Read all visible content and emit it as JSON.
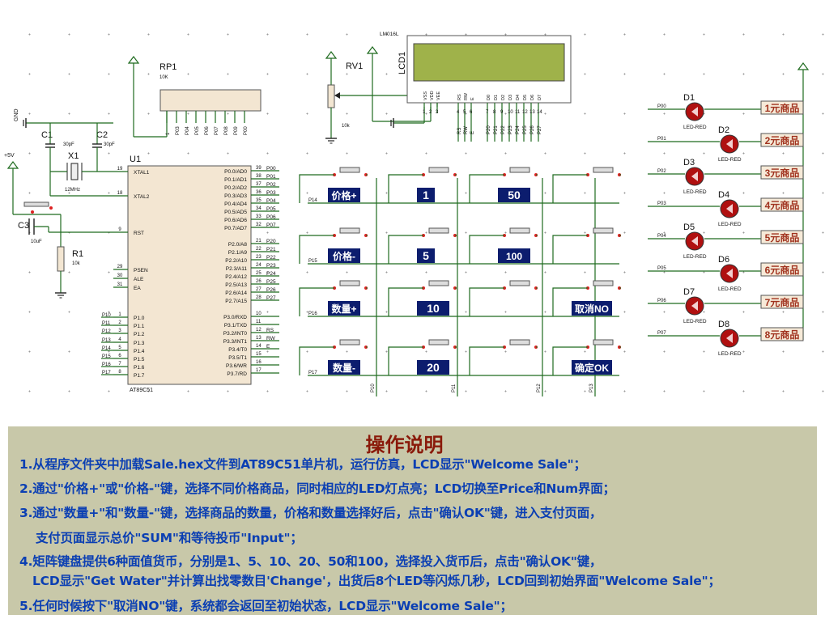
{
  "schematic": {
    "rp1": {
      "ref": "RP1",
      "value": "10K",
      "pins": [
        "1",
        "P03",
        "P04",
        "P05",
        "P06",
        "P07",
        "P08",
        "P09",
        "P00"
      ]
    },
    "u1": {
      "ref": "U1",
      "part": "AT89C51",
      "left_pins": [
        {
          "num": "19",
          "name": "XTAL1"
        },
        {
          "num": "18",
          "name": "XTAL2"
        },
        {
          "num": "9",
          "name": "RST"
        },
        {
          "num": "29",
          "name": "PSEN"
        },
        {
          "num": "30",
          "name": "ALE"
        },
        {
          "num": "31",
          "name": "EA"
        },
        {
          "num": "1",
          "name": "P1.0",
          "net": "P10"
        },
        {
          "num": "2",
          "name": "P1.1",
          "net": "P11"
        },
        {
          "num": "3",
          "name": "P1.2",
          "net": "P12"
        },
        {
          "num": "4",
          "name": "P1.3",
          "net": "P13"
        },
        {
          "num": "5",
          "name": "P1.4",
          "net": "P14"
        },
        {
          "num": "6",
          "name": "P1.5",
          "net": "P15"
        },
        {
          "num": "7",
          "name": "P1.6",
          "net": "P16"
        },
        {
          "num": "8",
          "name": "P1.7",
          "net": "P17"
        }
      ],
      "right_pins": [
        {
          "num": "39",
          "name": "P0.0/AD0",
          "net": "P00"
        },
        {
          "num": "38",
          "name": "P0.1/AD1",
          "net": "P01"
        },
        {
          "num": "37",
          "name": "P0.2/AD2",
          "net": "P02"
        },
        {
          "num": "36",
          "name": "P0.3/AD3",
          "net": "P03"
        },
        {
          "num": "35",
          "name": "P0.4/AD4",
          "net": "P04"
        },
        {
          "num": "34",
          "name": "P0.5/AD5",
          "net": "P05"
        },
        {
          "num": "33",
          "name": "P0.6/AD6",
          "net": "P06"
        },
        {
          "num": "32",
          "name": "P0.7/AD7",
          "net": "P07"
        },
        {
          "num": "21",
          "name": "P2.0/A8",
          "net": "P20"
        },
        {
          "num": "22",
          "name": "P2.1/A9",
          "net": "P21"
        },
        {
          "num": "23",
          "name": "P2.2/A10",
          "net": "P22"
        },
        {
          "num": "24",
          "name": "P2.3/A11",
          "net": "P23"
        },
        {
          "num": "25",
          "name": "P2.4/A12",
          "net": "P24"
        },
        {
          "num": "26",
          "name": "P2.5/A13",
          "net": "P25"
        },
        {
          "num": "27",
          "name": "P2.6/A14",
          "net": "P26"
        },
        {
          "num": "28",
          "name": "P2.7/A15",
          "net": "P27"
        },
        {
          "num": "10",
          "name": "P3.0/RXD",
          "net": ""
        },
        {
          "num": "11",
          "name": "P3.1/TXD",
          "net": ""
        },
        {
          "num": "12",
          "name": "P3.2/INT0",
          "net": "RS"
        },
        {
          "num": "13",
          "name": "P3.3/INT1",
          "net": "RW"
        },
        {
          "num": "14",
          "name": "P3.4/T0",
          "net": "E"
        },
        {
          "num": "15",
          "name": "P3.5/T1",
          "net": ""
        },
        {
          "num": "16",
          "name": "P3.6/WR",
          "net": ""
        },
        {
          "num": "17",
          "name": "P3.7/RD",
          "net": ""
        }
      ]
    },
    "c1": {
      "ref": "C1",
      "value": "30pF"
    },
    "c2": {
      "ref": "C2",
      "value": "30pF"
    },
    "x1": {
      "ref": "X1",
      "value": "12MHz"
    },
    "c3": {
      "ref": "C3",
      "value": "10uF"
    },
    "r1": {
      "ref": "R1",
      "value": "10k"
    },
    "power": {
      "gnd": "GND",
      "vcc": "+5V"
    },
    "rv1": {
      "ref": "RV1",
      "value": "10k"
    },
    "lcd": {
      "ref": "LCD1",
      "part": "LM016L",
      "pins": [
        "VSS",
        "VDD",
        "VEE",
        "RS",
        "RW",
        "E",
        "D0",
        "D1",
        "D2",
        "D3",
        "D4",
        "D5",
        "D6",
        "D7"
      ],
      "pin_nums": [
        "1",
        "2",
        "3",
        "4",
        "5",
        "6",
        "7",
        "8",
        "9",
        "10",
        "11",
        "12",
        "13",
        "14"
      ],
      "nets": [
        "RS",
        "RW",
        "E",
        "P20",
        "P21",
        "P22",
        "P23",
        "P24",
        "P25",
        "P26",
        "P27"
      ]
    },
    "keypad": {
      "row_nets": [
        "P14",
        "P15",
        "P16",
        "P17"
      ],
      "col_nets": [
        "P10",
        "P11",
        "P12",
        "P13"
      ],
      "keys": [
        [
          "价格+",
          "1",
          "50",
          ""
        ],
        [
          "价格-",
          "5",
          "100",
          ""
        ],
        [
          "数量+",
          "10",
          "",
          "取消NO"
        ],
        [
          "数量-",
          "20",
          "",
          "确定OK"
        ]
      ]
    },
    "leds": [
      {
        "ref": "D1",
        "part": "LED-RED",
        "net": "P00",
        "label": "1元商品"
      },
      {
        "ref": "D2",
        "part": "LED-RED",
        "net": "P01",
        "label": "2元商品"
      },
      {
        "ref": "D3",
        "part": "LED-RED",
        "net": "P02",
        "label": "3元商品"
      },
      {
        "ref": "D4",
        "part": "LED-RED",
        "net": "P03",
        "label": "4元商品"
      },
      {
        "ref": "D5",
        "part": "LED-RED",
        "net": "P04",
        "label": "5元商品"
      },
      {
        "ref": "D6",
        "part": "LED-RED",
        "net": "P05",
        "label": "6元商品"
      },
      {
        "ref": "D7",
        "part": "LED-RED",
        "net": "P06",
        "label": "7元商品"
      },
      {
        "ref": "D8",
        "part": "LED-RED",
        "net": "P07",
        "label": "8元商品"
      }
    ]
  },
  "instructions": {
    "title": "操作说明",
    "lines": [
      "1.从程序文件夹中加载Sale.hex文件到AT89C51单片机，运行仿真，LCD显示\"Welcome Sale\"；",
      "2.通过\"价格+\"或\"价格-\"键，选择不同价格商品，同时相应的LED灯点亮；LCD切换至Price和Num界面；",
      "3.通过\"数量+\"和\"数量-\"键，选择商品的数量，价格和数量选择好后，点击\"确认OK\"键，进入支付页面，",
      "支付页面显示总价\"SUM\"和等待投币\"Input\"；",
      "4.矩阵键盘提供6种面值货币，分别是1、5、10、20、50和100，选择投入货币后，点击\"确认OK\"键，",
      "LCD显示\"Get Water\"并计算出找零数目'Change'，出货后8个LED等闪烁几秒，LCD回到初始界面\"Welcome Sale\"；",
      "5.任何时候按下\"取消NO\"键，系统都会返回至初始状态，LCD显示\"Welcome Sale\"；"
    ]
  },
  "colors": {
    "wire": "#1f6b1f",
    "body": "#f3e6d2",
    "key_label": "#0c1d6e",
    "led_label": "#a0321e",
    "panel": "#c8c8a9",
    "title": "#8a1a0a",
    "text": "#0b3fb3"
  }
}
